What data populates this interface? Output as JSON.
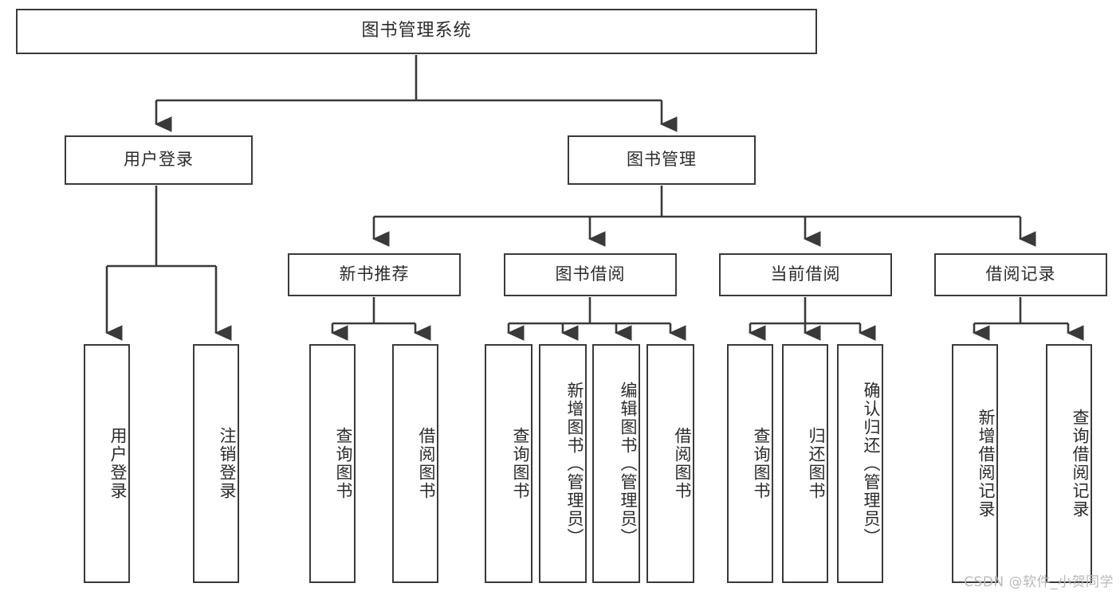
{
  "diagram": {
    "title": "图书管理系统",
    "type": "tree-hierarchy",
    "root": {
      "label": "图书管理系统"
    },
    "level1": [
      {
        "label": "用户登录"
      },
      {
        "label": "图书管理"
      }
    ],
    "level2": [
      {
        "label": "新书推荐",
        "parent": "图书管理"
      },
      {
        "label": "图书借阅",
        "parent": "图书管理"
      },
      {
        "label": "当前借阅",
        "parent": "图书管理"
      },
      {
        "label": "借阅记录",
        "parent": "图书管理"
      }
    ],
    "leaves": {
      "user_login": [
        {
          "label": "用户登录"
        },
        {
          "label": "注销登录"
        }
      ],
      "new_book_recommend": [
        {
          "label": "查询图书"
        },
        {
          "label": "借阅图书"
        }
      ],
      "book_borrow": [
        {
          "label": "查询图书"
        },
        {
          "label": "新增图书（管理员）"
        },
        {
          "label": "编辑图书（管理员）"
        },
        {
          "label": "借阅图书"
        }
      ],
      "current_borrow": [
        {
          "label": "查询图书"
        },
        {
          "label": "归还图书"
        },
        {
          "label": "确认归还（管理员）"
        }
      ],
      "borrow_record": [
        {
          "label": "新增借阅记录"
        },
        {
          "label": "查询借阅记录"
        }
      ]
    }
  },
  "watermark": {
    "text": "CSDN @软件_小贺同学"
  },
  "colors": {
    "border": "#3a3a3a",
    "text": "#2b2b2b",
    "background": "#ffffff",
    "watermark": "#b9b9b9"
  }
}
